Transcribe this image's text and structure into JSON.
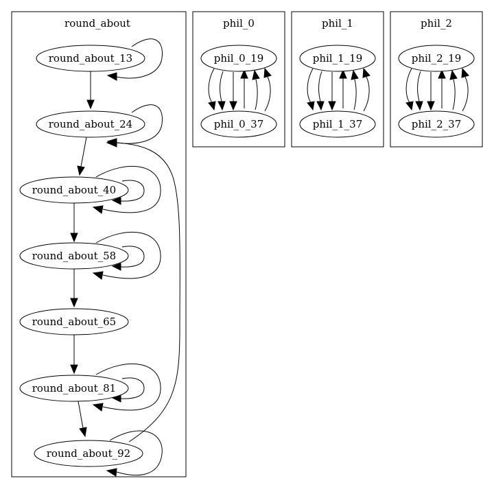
{
  "clusters": [
    {
      "label": "round_about"
    },
    {
      "label": "phil_0"
    },
    {
      "label": "phil_1"
    },
    {
      "label": "phil_2"
    }
  ],
  "nodes": {
    "round_about_13": "round_about_13",
    "round_about_24": "round_about_24",
    "round_about_40": "round_about_40",
    "round_about_58": "round_about_58",
    "round_about_65": "round_about_65",
    "round_about_81": "round_about_81",
    "round_about_92": "round_about_92",
    "phil_0_19": "phil_0_19",
    "phil_0_37": "phil_0_37",
    "phil_1_19": "phil_1_19",
    "phil_1_37": "phil_1_37",
    "phil_2_19": "phil_2_19",
    "phil_2_37": "phil_2_37"
  },
  "edges": [
    {
      "from": "round_about_13",
      "to": "round_about_13"
    },
    {
      "from": "round_about_13",
      "to": "round_about_24"
    },
    {
      "from": "round_about_24",
      "to": "round_about_24"
    },
    {
      "from": "round_about_24",
      "to": "round_about_40"
    },
    {
      "from": "round_about_40",
      "to": "round_about_40"
    },
    {
      "from": "round_about_40",
      "to": "round_about_40"
    },
    {
      "from": "round_about_40",
      "to": "round_about_58"
    },
    {
      "from": "round_about_58",
      "to": "round_about_58"
    },
    {
      "from": "round_about_58",
      "to": "round_about_58"
    },
    {
      "from": "round_about_58",
      "to": "round_about_65"
    },
    {
      "from": "round_about_65",
      "to": "round_about_81"
    },
    {
      "from": "round_about_81",
      "to": "round_about_81"
    },
    {
      "from": "round_about_81",
      "to": "round_about_81"
    },
    {
      "from": "round_about_81",
      "to": "round_about_92"
    },
    {
      "from": "round_about_92",
      "to": "round_about_92"
    },
    {
      "from": "round_about_92",
      "to": "round_about_24"
    },
    {
      "from": "phil_0_19",
      "to": "phil_0_37"
    },
    {
      "from": "phil_0_19",
      "to": "phil_0_37"
    },
    {
      "from": "phil_0_19",
      "to": "phil_0_37"
    },
    {
      "from": "phil_0_37",
      "to": "phil_0_19"
    },
    {
      "from": "phil_0_37",
      "to": "phil_0_19"
    },
    {
      "from": "phil_0_37",
      "to": "phil_0_19"
    },
    {
      "from": "phil_1_19",
      "to": "phil_1_37"
    },
    {
      "from": "phil_1_19",
      "to": "phil_1_37"
    },
    {
      "from": "phil_1_19",
      "to": "phil_1_37"
    },
    {
      "from": "phil_1_37",
      "to": "phil_1_19"
    },
    {
      "from": "phil_1_37",
      "to": "phil_1_19"
    },
    {
      "from": "phil_1_37",
      "to": "phil_1_19"
    },
    {
      "from": "phil_2_19",
      "to": "phil_2_37"
    },
    {
      "from": "phil_2_19",
      "to": "phil_2_37"
    },
    {
      "from": "phil_2_19",
      "to": "phil_2_37"
    },
    {
      "from": "phil_2_37",
      "to": "phil_2_19"
    },
    {
      "from": "phil_2_37",
      "to": "phil_2_19"
    },
    {
      "from": "phil_2_37",
      "to": "phil_2_19"
    }
  ]
}
